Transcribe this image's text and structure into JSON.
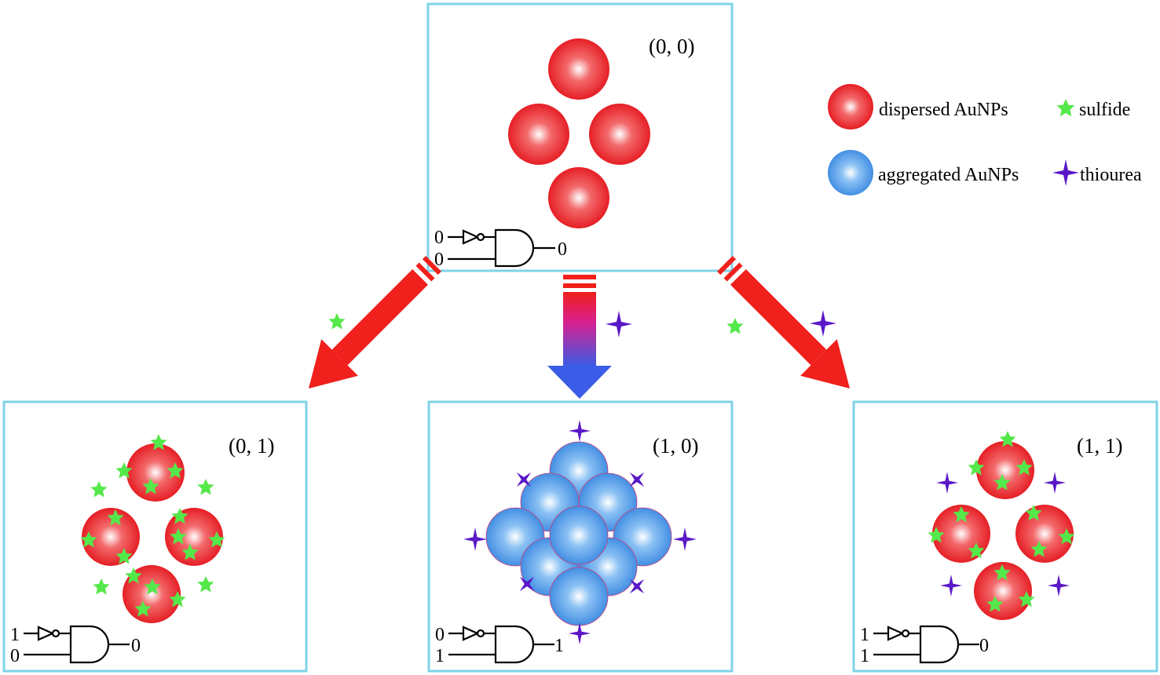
{
  "panels": {
    "top": {
      "state": "(0, 0)",
      "gate": {
        "in_a": "0",
        "in_b": "0",
        "out": "0"
      }
    },
    "left": {
      "state": "(0, 1)",
      "gate": {
        "in_a": "1",
        "in_b": "0",
        "out": "0"
      }
    },
    "middle": {
      "state": "(1, 0)",
      "gate": {
        "in_a": "0",
        "in_b": "1",
        "out": "1"
      }
    },
    "right": {
      "state": "(1, 1)",
      "gate": {
        "in_a": "1",
        "in_b": "1",
        "out": "0"
      }
    }
  },
  "legend": {
    "dispersed": "dispersed AuNPs",
    "aggregated": "aggregated AuNPs",
    "sulfide": "sulfide",
    "thiourea": "thiourea"
  },
  "colors": {
    "panel_border": "#7fd3e6",
    "dispersed_np": "#e8181c",
    "aggregated_np": "#3a8ee6",
    "sulfide": "#55e84a",
    "thiourea": "#5a18c8",
    "arrow_red": "#f0201c",
    "arrow_blue": "#3a5ce6"
  }
}
